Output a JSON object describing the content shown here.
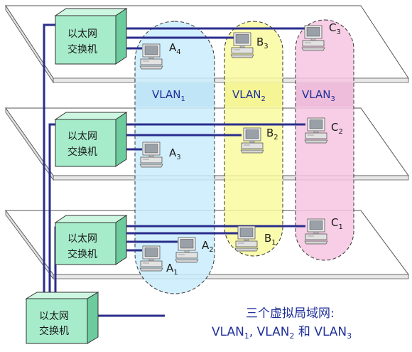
{
  "switch_label_line1": "以太网",
  "switch_label_line2": "交换机",
  "vlans": [
    {
      "name": "VLAN",
      "sub": "1"
    },
    {
      "name": "VLAN",
      "sub": "2"
    },
    {
      "name": "VLAN",
      "sub": "3"
    }
  ],
  "hosts": {
    "A1": {
      "name": "A",
      "sub": "1"
    },
    "A2": {
      "name": "A",
      "sub": "2"
    },
    "A3": {
      "name": "A",
      "sub": "3"
    },
    "A4": {
      "name": "A",
      "sub": "4"
    },
    "B1": {
      "name": "B",
      "sub": "1"
    },
    "B2": {
      "name": "B",
      "sub": "2"
    },
    "B3": {
      "name": "B",
      "sub": "3"
    },
    "C1": {
      "name": "C",
      "sub": "1"
    },
    "C2": {
      "name": "C",
      "sub": "2"
    },
    "C3": {
      "name": "C",
      "sub": "3"
    }
  },
  "caption": {
    "line1": "三个虚拟局域网:",
    "v1": "VLAN",
    "s1": "1",
    "sep1": ", ",
    "v2": "VLAN",
    "s2": "2",
    "sep2": " 和 ",
    "v3": "VLAN",
    "s3": "3"
  },
  "colors": {
    "line": "#2b2e8c",
    "vlan1_fill": "#c9ecfb",
    "vlan2_fill": "#fafaa0",
    "vlan3_fill": "#f6c6e2",
    "switch_front": "#a6eccb",
    "switch_top": "#cdf6e1",
    "switch_side": "#6ccc9e"
  }
}
